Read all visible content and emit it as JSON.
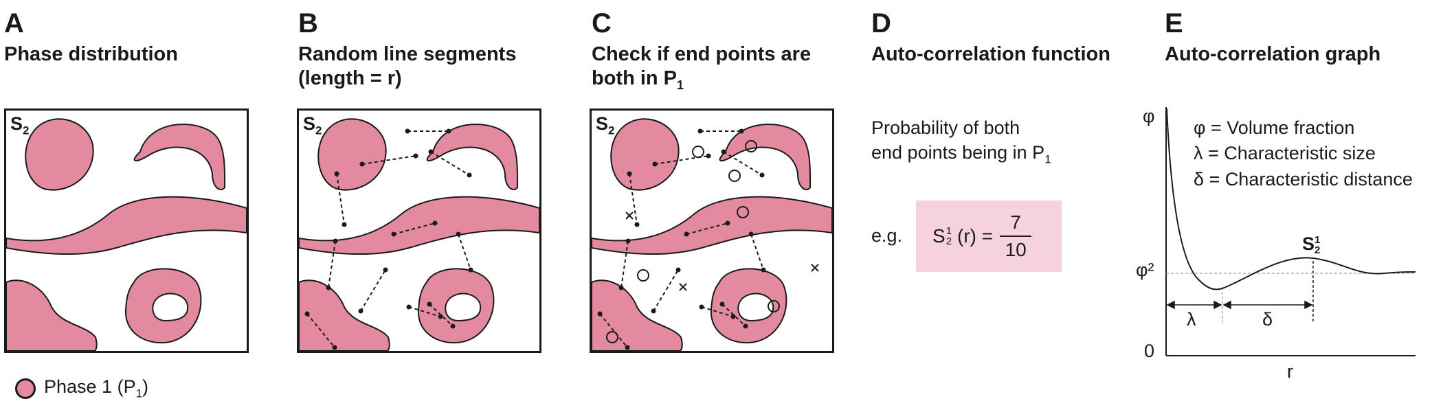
{
  "panels": [
    {
      "letter": "A",
      "title_line1": "Phase distribution",
      "title_line2": ""
    },
    {
      "letter": "B",
      "title_line1": "Random line segments",
      "title_line2": "(length = r)"
    },
    {
      "letter": "C",
      "title_line1": "Check if end points are",
      "title_line2": "both in P",
      "title_line2_sub": "1"
    },
    {
      "letter": "D",
      "title_line1": "Auto-correlation function",
      "title_line2": ""
    },
    {
      "letter": "E",
      "title_line1": "Auto-correlation graph",
      "title_line2": ""
    }
  ],
  "box_label": "S",
  "box_label_sub": "2",
  "legend": {
    "label": "Phase 1 (P",
    "sub": "1",
    "suffix": ")"
  },
  "description": {
    "line1": "Probability of both",
    "line2": "end points being in P",
    "line2_sub": "1"
  },
  "example": {
    "prefix": "e.g.",
    "func": "S",
    "sub": "2",
    "sup": "1",
    "arg": "(r) =",
    "numerator": "7",
    "denominator": "10"
  },
  "graph": {
    "y_top_label": "φ",
    "y_mid_label": "φ²",
    "y_zero_label": "0",
    "x_label": "r",
    "curve_label": "S",
    "curve_label_sub": "2",
    "curve_label_sup": "1",
    "lambda_label": "λ",
    "delta_label": "δ",
    "legend_lines": [
      "φ = Volume fraction",
      "λ = Characteristic size",
      "δ = Characteristic distance"
    ]
  },
  "colors": {
    "phase": "#e38a9e",
    "highlight": "#f6d3dc",
    "ink": "#1a1a1a",
    "guide": "#888888"
  }
}
